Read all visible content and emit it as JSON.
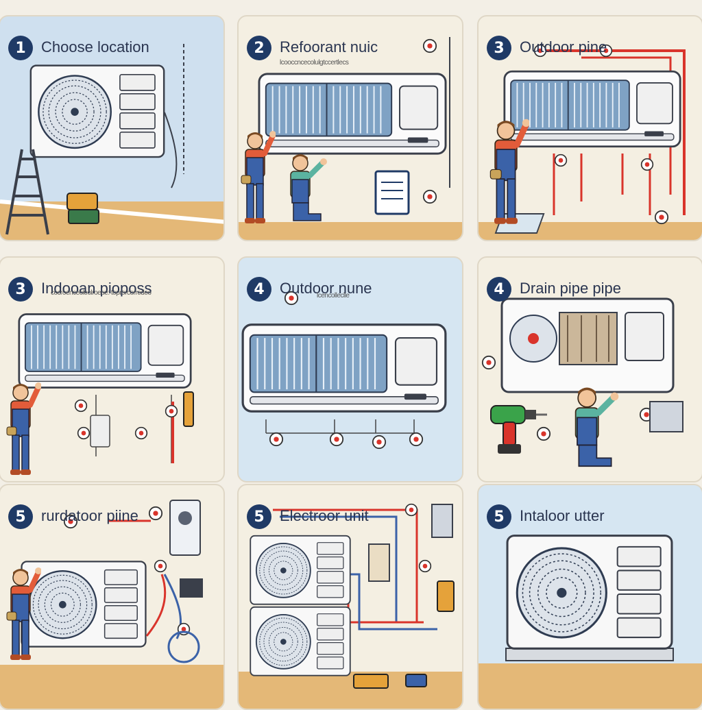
{
  "panels": [
    {
      "step": "1",
      "title": "Choose location"
    },
    {
      "step": "2",
      "title": "Refoorant nuic",
      "mini_label": "lcooccncecolulgtccertlecs"
    },
    {
      "step": "3",
      "title": "Outdoor pine"
    },
    {
      "step": "3",
      "title": "Indooan pioposs",
      "mini_label": "cocroenceoleolroeue: toprorcorredeo"
    },
    {
      "step": "4",
      "title": "Outdoor nune",
      "mini_label": "lcencolleclle"
    },
    {
      "step": "4",
      "title": "Drain pipe pipe"
    },
    {
      "step": "5",
      "title": "rurdatoor piine"
    },
    {
      "step": "5",
      "title": "Electroor unit"
    },
    {
      "step": "5",
      "title": "Intaloor utter"
    }
  ]
}
